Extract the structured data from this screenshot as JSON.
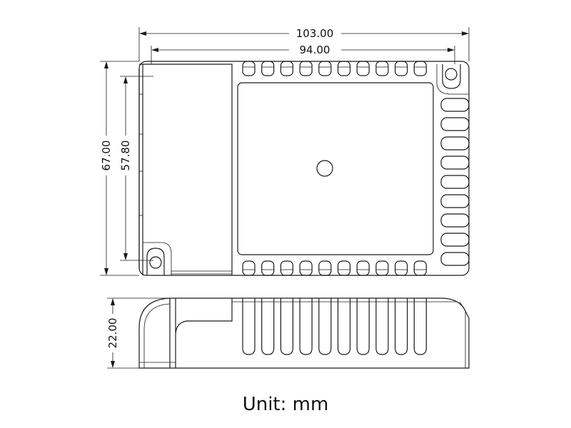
{
  "dimensions": {
    "overall_length": "103.00",
    "mounting_length": "94.00",
    "overall_width": "67.00",
    "mounting_width": "57.80",
    "height": "22.00"
  },
  "unit_label": "Unit: mm",
  "colors": {
    "line": "#1a1a1a",
    "text": "#111111",
    "background": "#ffffff"
  }
}
